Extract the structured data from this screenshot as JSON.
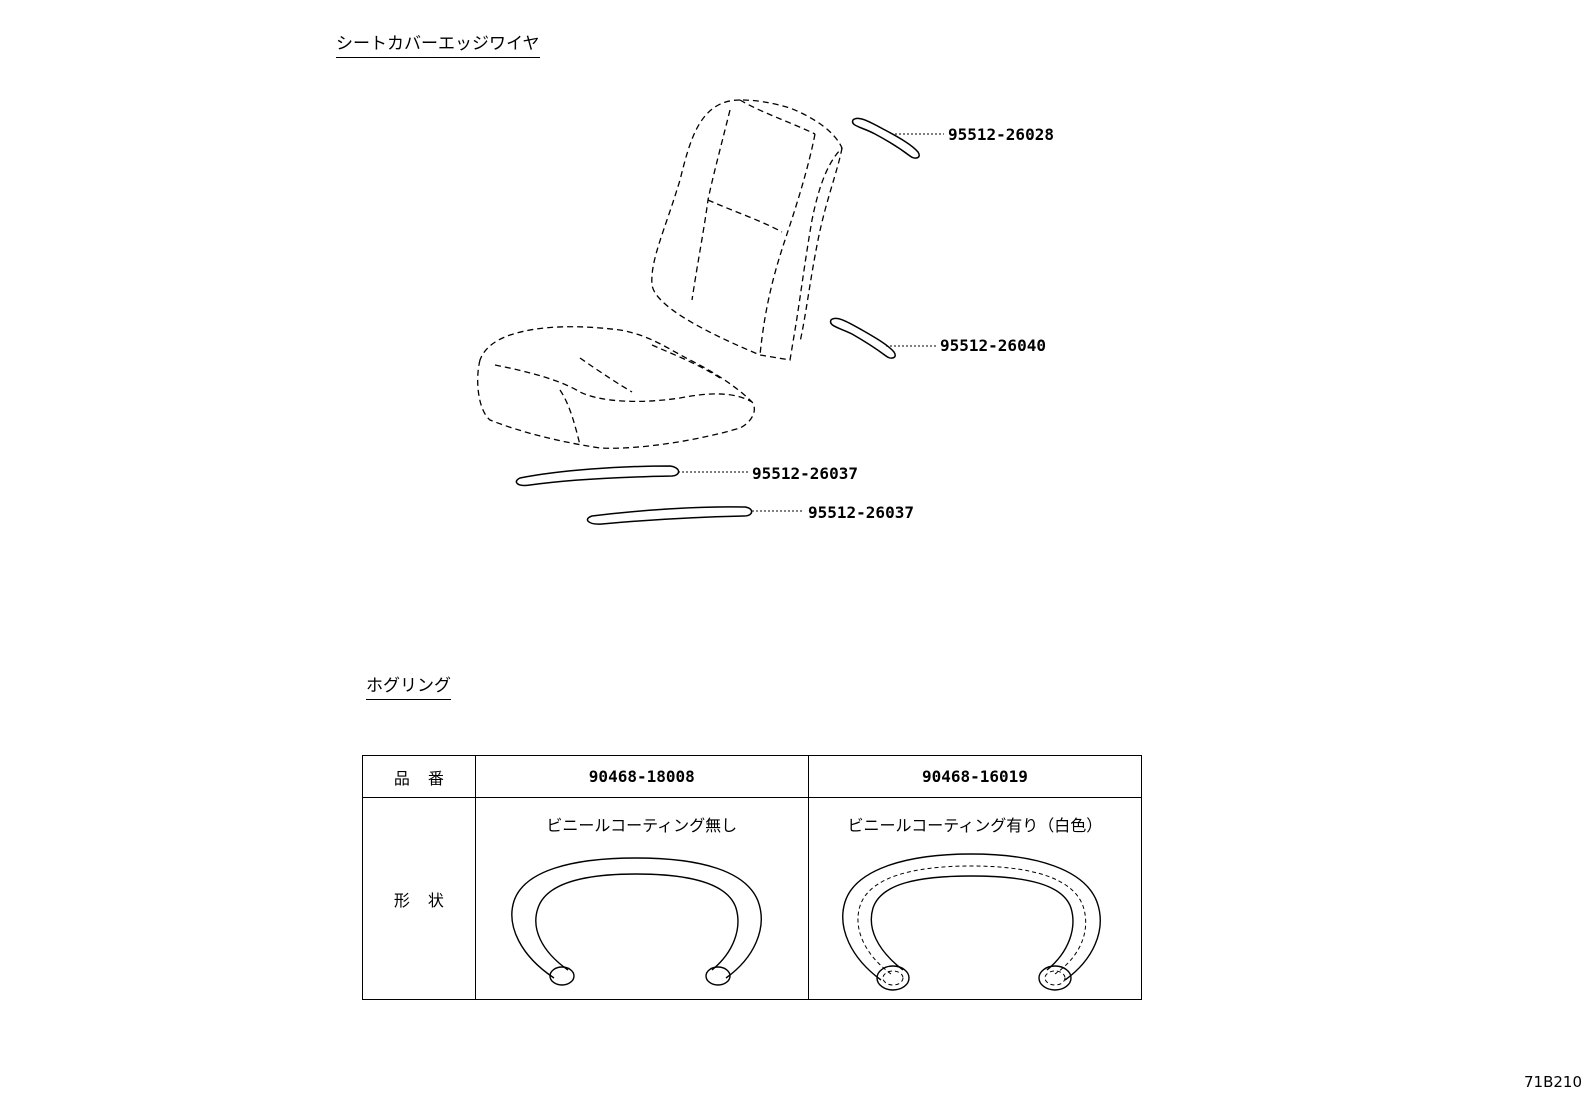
{
  "sections": {
    "edge_wire_title": "シートカバーエッジワイヤ",
    "hog_ring_title": "ホグリング"
  },
  "callouts": [
    {
      "part_number": "95512-26028"
    },
    {
      "part_number": "95512-26040"
    },
    {
      "part_number": "95512-26037"
    },
    {
      "part_number": "95512-26037"
    }
  ],
  "table": {
    "row_header_part_no": "品番",
    "row_header_shape": "形状",
    "columns": [
      {
        "part_number": "90468-18008",
        "description": "ビニールコーティング無し"
      },
      {
        "part_number": "90468-16019",
        "description": "ビニールコーティング有り（白色）"
      }
    ]
  },
  "doc_code": "71B210"
}
